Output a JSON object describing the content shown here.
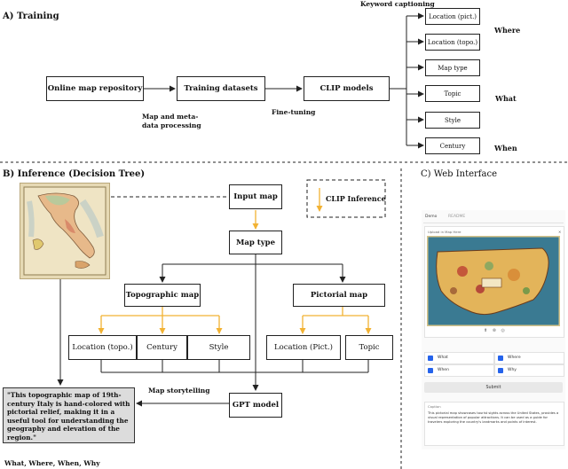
{
  "sections": {
    "training": "A) Training",
    "inference": "B) Inference (Decision Tree)",
    "web": "C) Web Interface"
  },
  "training": {
    "keyword_captioning": "Keyword captioning",
    "online_repo": "Online map repository",
    "training_datasets": "Training datasets",
    "clip_models": "CLIP models",
    "map_meta_line1": "Map and meta-",
    "map_meta_line2": "data processing",
    "fine_tuning": "Fine-tuning",
    "keywords": [
      "Location (pict.)",
      "Location (topo.)",
      "Map type",
      "Topic",
      "Style",
      "Century"
    ],
    "where": "Where",
    "what": "What",
    "when": "When"
  },
  "inference": {
    "input_map": "Input map",
    "map_type": "Map type",
    "topographic_map": "Topographic map",
    "pictorial_map": "Pictorial map",
    "location_topo": "Location (topo.)",
    "century": "Century",
    "style": "Style",
    "location_pict": "Location (Pict.)",
    "topic": "Topic",
    "gpt_model": "GPT model",
    "clip_inference": "CLIP Inference",
    "map_storytelling": "Map storytelling",
    "quote": "\"This topographic map of 19th-century Italy is hand-colored with pictorial relief, making it in a useful tool for understanding the geography and elevation of the region.\"",
    "what_where": "What, Where, When, Why"
  },
  "web_interface": {
    "tab_demo": "Demo",
    "tab_readme": "README",
    "upload_label": "Upload in Map Here",
    "checkboxes": [
      "What",
      "Where",
      "When",
      "Why"
    ],
    "submit": "Submit",
    "caption_label": "Caption",
    "caption_text": "This pictorial map showcases tourist sights across the United States, provides a visual representation of popular attractions. It can be used as a guide for travelers exploring the country's landmarks and points of interest."
  },
  "colors": {
    "arrow_orange": "#f2b233",
    "line": "#222222",
    "quote_bg": "#dcdcdc",
    "checkbox_blue": "#2563eb"
  }
}
